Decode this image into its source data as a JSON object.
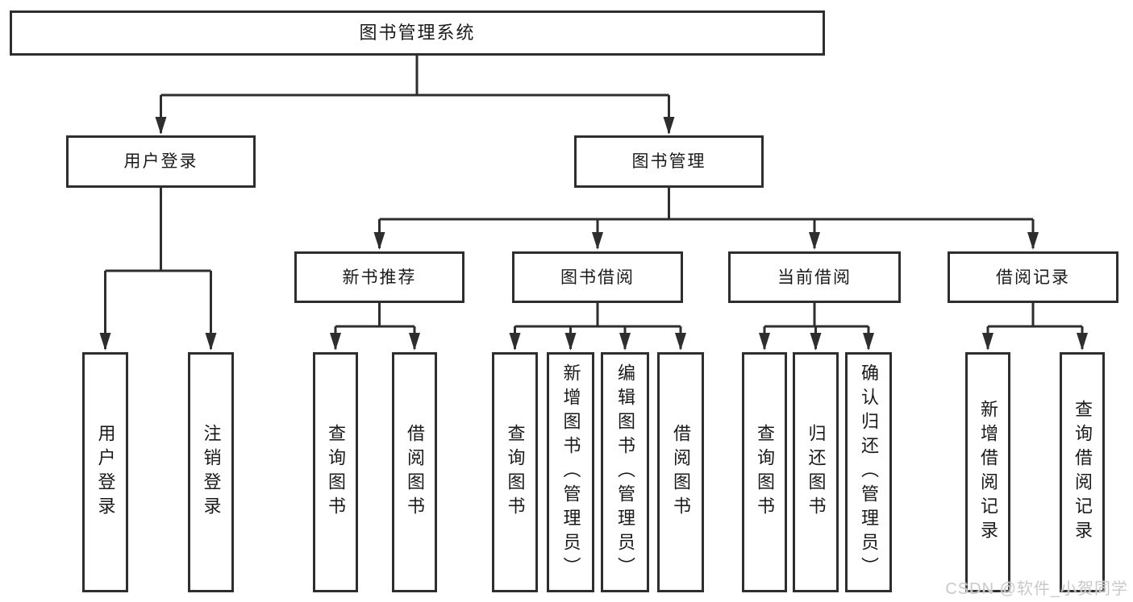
{
  "diagram": {
    "title": "图书管理系统",
    "children": [
      {
        "label": "用户登录",
        "children": [
          {
            "label": "用户登录"
          },
          {
            "label": "注销登录"
          }
        ]
      },
      {
        "label": "图书管理",
        "children": [
          {
            "label": "新书推荐",
            "children": [
              {
                "label": "查询图书"
              },
              {
                "label": "借阅图书"
              }
            ]
          },
          {
            "label": "图书借阅",
            "children": [
              {
                "label": "查询图书"
              },
              {
                "label": "新增图书（管理员）"
              },
              {
                "label": "编辑图书（管理员）"
              },
              {
                "label": "借阅图书"
              }
            ]
          },
          {
            "label": "当前借阅",
            "children": [
              {
                "label": "查询图书"
              },
              {
                "label": "归还图书"
              },
              {
                "label": "确认归还（管理员）"
              }
            ]
          },
          {
            "label": "借阅记录",
            "children": [
              {
                "label": "新增借阅记录"
              },
              {
                "label": "查询借阅记录"
              }
            ]
          }
        ]
      }
    ]
  },
  "watermark": {
    "text": "CSDN @软件_小贺同学"
  },
  "colors": {
    "line": "#2e2e2e",
    "node_border": "#2e2e2e",
    "node_background": "#ffffff",
    "text": "#1a1a1a",
    "watermark_text": "#c9c9c9",
    "page_background": "#ffffff"
  }
}
